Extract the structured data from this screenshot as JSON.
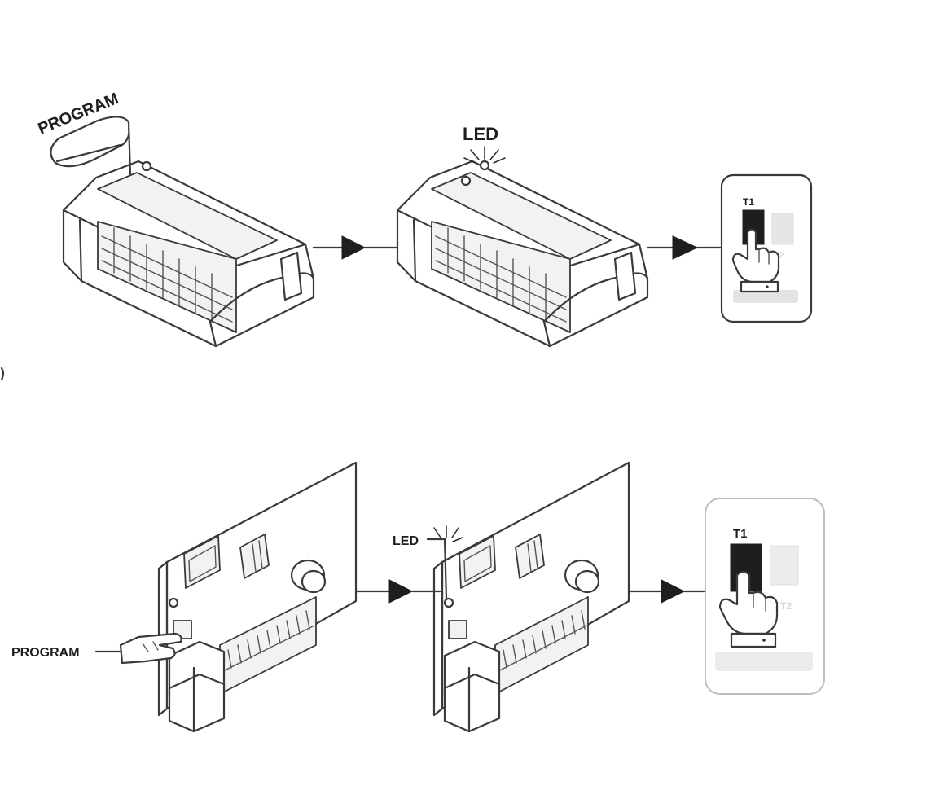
{
  "labels": {
    "program_top": "PROGRAM",
    "led_top": "LED",
    "t1_top": "T1",
    "program_bottom": "PROGRAM",
    "led_bottom": "LED",
    "t1_bottom": "T1"
  },
  "colors": {
    "line": "#3a3a3a",
    "key": "#1e1e1e",
    "background": "#ffffff"
  },
  "icons": [
    "arrow-right-icon",
    "led-flash-icon",
    "hand-press-icon",
    "wire-loop-icon"
  ]
}
